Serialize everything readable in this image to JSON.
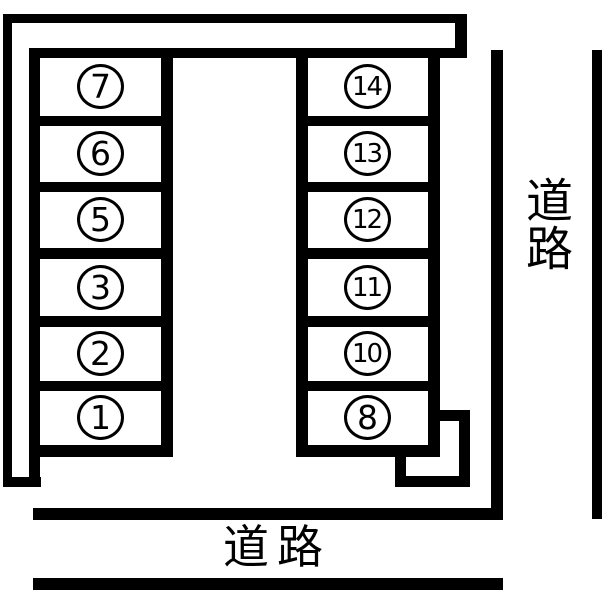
{
  "diagram": {
    "type": "parking-lot-layout",
    "background_color": "#ffffff",
    "line_color": "#000000",
    "text_color": "#000000"
  },
  "parking": {
    "left_column_spaces": [
      "7",
      "6",
      "5",
      "3",
      "2",
      "1"
    ],
    "right_column_spaces": [
      "14",
      "13",
      "12",
      "11",
      "10",
      "8"
    ]
  },
  "road_labels": {
    "right_vertical": "道路",
    "bottom_horizontal": "道路"
  }
}
